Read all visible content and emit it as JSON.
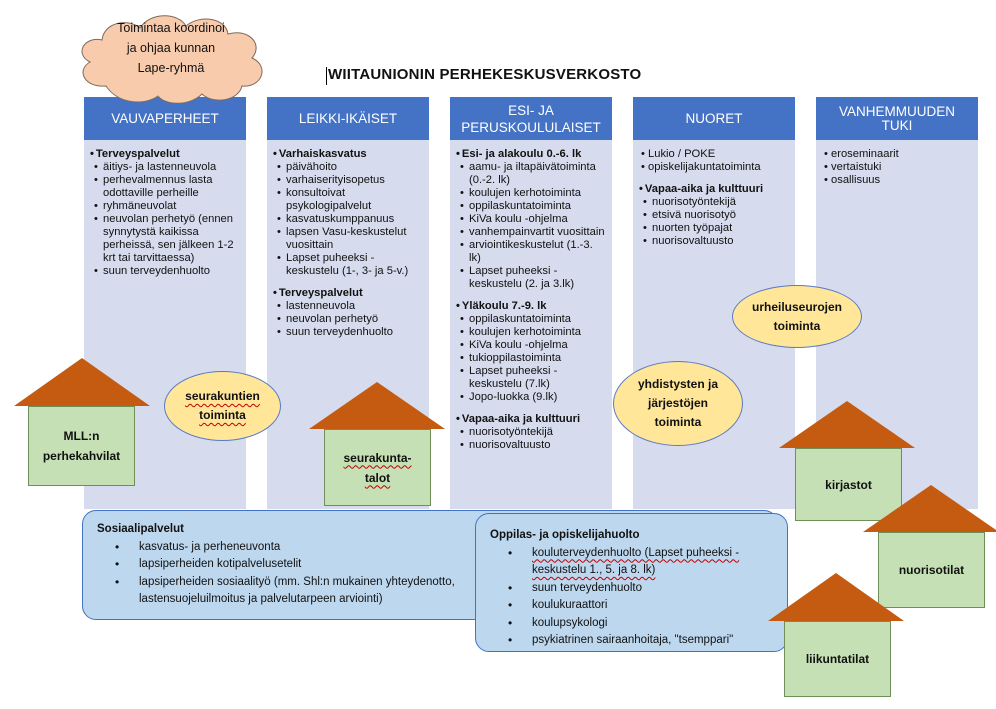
{
  "title": "WIITAUNIONIN PERHEKESKUSVERKOSTO",
  "cloud": [
    "Toimintaa koordinoi",
    "ja ohjaa kunnan",
    "Lape-ryhmä"
  ],
  "columns": [
    {
      "header": "VAUVAPERHEET",
      "sections": [
        {
          "title": "Terveyspalvelut",
          "items": [
            "äitiys- ja lastenneuvola",
            "perhevalmennus lasta odottaville perheille",
            "ryhmäneuvolat",
            "neuvolan perhetyö (ennen synnytystä kaikissa perheissä, sen jälkeen 1-2 krt tai tarvittaessa)",
            "suun terveydenhuolto"
          ]
        }
      ]
    },
    {
      "header": "LEIKKI-IKÄISET",
      "sections": [
        {
          "title": "Varhaiskasvatus",
          "items": [
            "päivähoito",
            "varhaiserityisopetus",
            "konsultoivat psykologipalvelut",
            "kasvatuskumppanuus",
            "lapsen Vasu-keskustelut vuosittain",
            "Lapset puheeksi - keskustelu (1-, 3- ja 5-v.)"
          ]
        },
        {
          "title": "Terveyspalvelut",
          "items": [
            "lastenneuvola",
            "neuvolan perhetyö",
            "suun terveydenhuolto"
          ]
        }
      ]
    },
    {
      "header": "ESI- JA PERUSKOULULAISET",
      "sections": [
        {
          "title": "Esi- ja alakoulu 0.-6. lk",
          "items": [
            "aamu- ja iltapäivätoiminta (0.-2. lk)",
            "koulujen kerhotoiminta",
            "oppilaskuntatoiminta",
            "KiVa koulu -ohjelma",
            "vanhempainvartit vuosittain",
            "arviointikeskustelut (1.-3. lk)",
            "Lapset puheeksi - keskustelu (2. ja 3.lk)"
          ]
        },
        {
          "title": "Yläkoulu 7.-9. lk",
          "items": [
            "oppilaskuntatoiminta",
            "koulujen kerhotoiminta",
            "KiVa koulu -ohjelma",
            "tukioppilastoiminta",
            "Lapset puheeksi - keskustelu (7.lk)",
            "Jopo-luokka (9.lk)"
          ]
        },
        {
          "title": "Vapaa-aika ja kulttuuri",
          "items": [
            "nuorisotyöntekijä",
            "nuorisovaltuusto"
          ]
        }
      ]
    },
    {
      "header": "NUORET",
      "sections": [
        {
          "title": "",
          "items": [
            "Lukio / POKE",
            "opiskelijakuntatoiminta"
          ]
        },
        {
          "title": "Vapaa-aika ja kulttuuri",
          "items": [
            "nuorisotyöntekijä",
            "etsivä nuorisotyö",
            "nuorten työpajat",
            "nuorisovaltuusto"
          ]
        }
      ]
    },
    {
      "header": "VANHEMMUUDEN TUKI",
      "sections": [
        {
          "title": "",
          "items": [
            "eroseminaarit",
            "vertaistuki",
            "osallisuus"
          ]
        }
      ]
    }
  ],
  "ellipses": {
    "seurakunnat": "seurakuntien toiminta",
    "yhdistykset": "yhdistysten ja järjestöjen toiminta",
    "urheiluseurat": "urheiluseurojen toiminta"
  },
  "houses": {
    "mll": "MLL:n perhekahvilat",
    "seurakuntatalot": "seurakunta-talot",
    "kirjastot": "kirjastot",
    "nuorisotilat": "nuorisotilat",
    "liikuntatilat": "liikuntatilat"
  },
  "sosiaalipalvelut": {
    "title": "Sosiaalipalvelut",
    "items": [
      "kasvatus- ja perheneuvonta",
      "lapsiperheiden kotipalvelusetelit",
      "lapsiperheiden sosiaalityö (mm. Shl:n mukainen yhteydenotto, lastensuojeluilmoitus ja palvelutarpeen arviointi)"
    ]
  },
  "oppilashuolto": {
    "title": "Oppilas- ja opiskelijahuolto",
    "items": [
      "kouluterveydenhuolto (Lapset puheeksi - keskustelu 1., 5. ja 8. lk)",
      "suun terveydenhuolto",
      "koulukuraattori",
      "koulupsykologi",
      "psykiatrinen sairaanhoitaja, \"tsemppari\""
    ]
  },
  "colors": {
    "header_blue": "#4472c4",
    "column_bg": "#d6dcee",
    "ellipse_yellow": "#ffe699",
    "roof_orange": "#c55a11",
    "house_green": "#c5e0b4",
    "box_blue": "#bdd7ee",
    "cloud_pink": "#f8cbad"
  }
}
